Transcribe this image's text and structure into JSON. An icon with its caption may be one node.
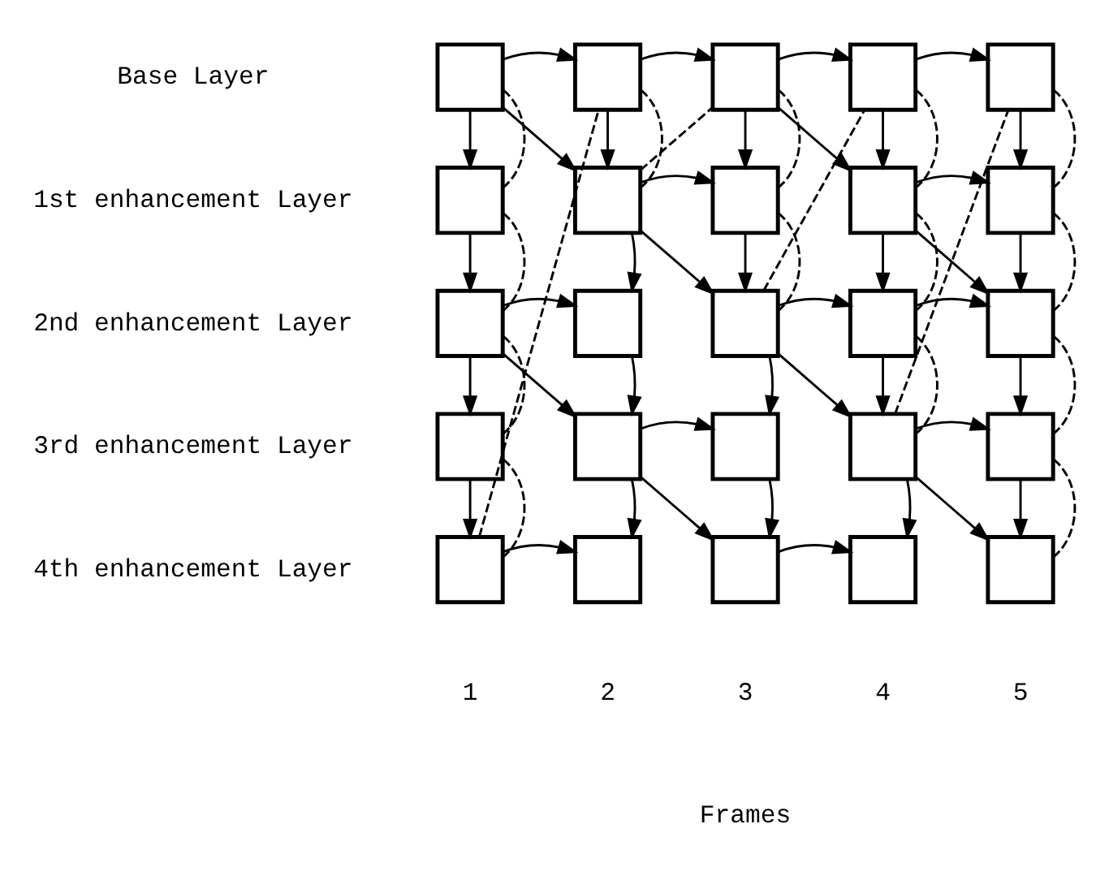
{
  "diagram": {
    "nodes": [
      {
        "text": [],
        "shape": "box"
      },
      {
        "text": [],
        "shape": "box"
      },
      {
        "text": [],
        "shape": "box"
      },
      {
        "text": [],
        "shape": "box"
      },
      {
        "text": [],
        "shape": "box"
      },
      {
        "text": [],
        "shape": "box"
      },
      {
        "text": [],
        "shape": "box"
      },
      {
        "text": [],
        "shape": "box"
      },
      {
        "text": [],
        "shape": "box"
      },
      {
        "text": [],
        "shape": "box"
      },
      {
        "text": [],
        "shape": "box"
      },
      {
        "text": [],
        "shape": "box"
      },
      {
        "text": [],
        "shape": "box"
      },
      {
        "text": [],
        "shape": "box"
      },
      {
        "text": [],
        "shape": "box"
      },
      {
        "text": [],
        "shape": "box"
      },
      {
        "text": [],
        "shape": "box"
      },
      {
        "text": [],
        "shape": "box"
      },
      {
        "text": [],
        "shape": "box"
      },
      {
        "text": [],
        "shape": "box"
      },
      {
        "text": [],
        "shape": "box"
      },
      {
        "text": [],
        "shape": "box"
      },
      {
        "text": [],
        "shape": "box"
      },
      {
        "text": [],
        "shape": "box"
      },
      {
        "text": [],
        "shape": "box"
      }
    ],
    "edges": [
      {
        "from": 0,
        "to": 1,
        "arrow": "to"
      },
      {
        "from": 1,
        "to": 2,
        "arrow": "to"
      },
      {
        "from": 2,
        "to": 3,
        "arrow": "to"
      },
      {
        "from": 3,
        "to": 4,
        "arrow": "to"
      },
      {
        "from": 0,
        "to": 5,
        "arrow": "to"
      },
      {
        "from": 0,
        "to": 6,
        "arrow": "to"
      },
      {
        "from": 1,
        "to": 6,
        "arrow": "to"
      },
      {
        "from": 2,
        "to": 7,
        "arrow": "to"
      },
      {
        "from": 2,
        "to": 8,
        "arrow": "to"
      },
      {
        "from": 3,
        "to": 8,
        "arrow": "to"
      },
      {
        "from": 4,
        "to": 9,
        "arrow": "to"
      },
      {
        "from": 6,
        "to": 7,
        "arrow": "to"
      },
      {
        "from": 8,
        "to": 9,
        "arrow": "to"
      },
      {
        "from": 5,
        "to": 10,
        "arrow": "to"
      },
      {
        "from": 6,
        "to": 11,
        "arrow": "to"
      },
      {
        "from": 6,
        "to": 12,
        "arrow": "to"
      },
      {
        "from": 7,
        "to": 12,
        "arrow": "to"
      },
      {
        "from": 8,
        "to": 13,
        "arrow": "to"
      },
      {
        "from": 8,
        "to": 14,
        "arrow": "to"
      },
      {
        "from": 9,
        "to": 14,
        "arrow": "to"
      },
      {
        "from": 10,
        "to": 11,
        "arrow": "to"
      },
      {
        "from": 12,
        "to": 13,
        "arrow": "to"
      },
      {
        "from": 13,
        "to": 14,
        "arrow": "to"
      },
      {
        "from": 10,
        "to": 15,
        "arrow": "to"
      },
      {
        "from": 10,
        "to": 16,
        "arrow": "to"
      },
      {
        "from": 11,
        "to": 16,
        "arrow": "to"
      },
      {
        "from": 12,
        "to": 17,
        "arrow": "to"
      },
      {
        "from": 12,
        "to": 18,
        "arrow": "to"
      },
      {
        "from": 13,
        "to": 18,
        "arrow": "to"
      },
      {
        "from": 14,
        "to": 19,
        "arrow": "to"
      },
      {
        "from": 16,
        "to": 17,
        "arrow": "to"
      },
      {
        "from": 18,
        "to": 19,
        "arrow": "to"
      },
      {
        "from": 15,
        "to": 20,
        "arrow": "to"
      },
      {
        "from": 16,
        "to": 21,
        "arrow": "to"
      },
      {
        "from": 16,
        "to": 22,
        "arrow": "to"
      },
      {
        "from": 17,
        "to": 22,
        "arrow": "to"
      },
      {
        "from": 18,
        "to": 23,
        "arrow": "to"
      },
      {
        "from": 18,
        "to": 24,
        "arrow": "to"
      },
      {
        "from": 19,
        "to": 24,
        "arrow": "to"
      },
      {
        "from": 20,
        "to": 21,
        "arrow": "to"
      },
      {
        "from": 22,
        "to": 23,
        "arrow": "to"
      },
      {
        "from": 0,
        "to": 5,
        "arrow": "none",
        "style": "dashed"
      },
      {
        "from": 5,
        "to": 10,
        "arrow": "none",
        "style": "dashed"
      },
      {
        "from": 10,
        "to": 15,
        "arrow": "none",
        "style": "dashed"
      },
      {
        "from": 15,
        "to": 20,
        "arrow": "none",
        "style": "dashed"
      },
      {
        "from": 20,
        "to": 1,
        "arrow": "none",
        "style": "dashed"
      },
      {
        "from": 1,
        "to": 6,
        "arrow": "none",
        "style": "dashed"
      },
      {
        "from": 6,
        "to": 2,
        "arrow": "none",
        "style": "dashed"
      },
      {
        "from": 2,
        "to": 7,
        "arrow": "none",
        "style": "dashed"
      },
      {
        "from": 7,
        "to": 12,
        "arrow": "none",
        "style": "dashed"
      },
      {
        "from": 12,
        "to": 3,
        "arrow": "none",
        "style": "dashed"
      },
      {
        "from": 3,
        "to": 8,
        "arrow": "none",
        "style": "dashed"
      },
      {
        "from": 8,
        "to": 13,
        "arrow": "none",
        "style": "dashed"
      },
      {
        "from": 13,
        "to": 18,
        "arrow": "none",
        "style": "dashed"
      },
      {
        "from": 18,
        "to": 4,
        "arrow": "none",
        "style": "dashed"
      },
      {
        "from": 4,
        "to": 9,
        "arrow": "none",
        "style": "dashed"
      },
      {
        "from": 9,
        "to": 14,
        "arrow": "none",
        "style": "dashed"
      },
      {
        "from": 14,
        "to": 19,
        "arrow": "none",
        "style": "dashed"
      },
      {
        "from": 19,
        "to": 24,
        "arrow": "none",
        "style": "dashed"
      }
    ],
    "labels": [
      "Base Layer",
      "1st enhancement Layer",
      "2nd enhancement Layer",
      "3rd enhancement Layer",
      "4th enhancement Layer",
      "1",
      "2",
      "3",
      "4",
      "5",
      "Frames"
    ]
  }
}
